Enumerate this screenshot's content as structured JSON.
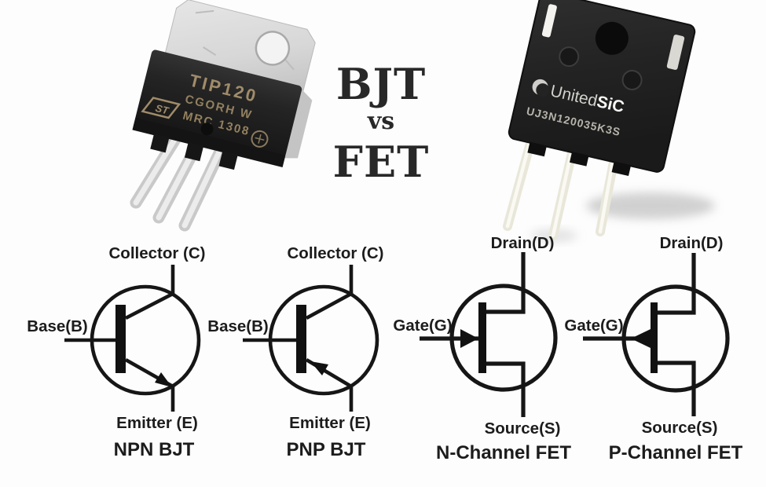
{
  "title": {
    "bjt": "BJT",
    "vs": "vs",
    "fet": "FET"
  },
  "photos": {
    "bjt_package": {
      "marking_line1": "TIP120",
      "marking_line2": "CGORH W",
      "marking_line3": "MRC 1308",
      "logo": "ST"
    },
    "fet_package": {
      "brand_united": "United",
      "brand_sic": "SiC",
      "part_number": "UJ3N120035K3S"
    }
  },
  "symbols": {
    "npn": {
      "top": "Collector (C)",
      "left": "Base(B)",
      "bottom": "Emitter (E)",
      "name": "NPN BJT"
    },
    "pnp": {
      "top": "Collector (C)",
      "left": "Base(B)",
      "bottom": "Emitter (E)",
      "name": "PNP BJT"
    },
    "nfet": {
      "top": "Drain(D)",
      "left": "Gate(G)",
      "bottom": "Source(S)",
      "name": "N-Channel FET"
    },
    "pfet": {
      "top": "Drain(D)",
      "left": "Gate(G)",
      "bottom": "Source(S)",
      "name": "P-Channel FET"
    }
  },
  "colors": {
    "background": "#fdfdfd",
    "ink": "#161616",
    "package_body": "#222222",
    "marking_text": "#a08c6a",
    "metal_tab": "#d9d9d9",
    "silver_leg": "#d2d2d2",
    "cream_leg": "#eceadd",
    "shadow": "#c6c6c6"
  }
}
